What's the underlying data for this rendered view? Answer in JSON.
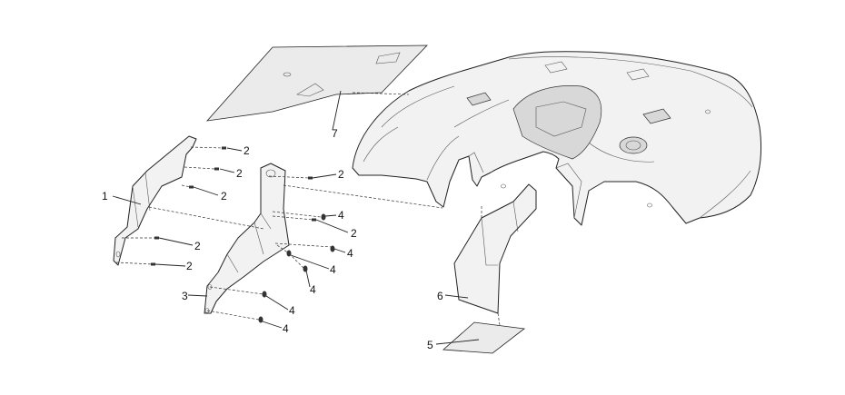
{
  "callouts": [
    {
      "label": "1"
    },
    {
      "label": "2"
    },
    {
      "label": "2"
    },
    {
      "label": "2"
    },
    {
      "label": "2"
    },
    {
      "label": "2"
    },
    {
      "label": "2"
    },
    {
      "label": "2"
    },
    {
      "label": "3"
    },
    {
      "label": "4"
    },
    {
      "label": "4"
    },
    {
      "label": "4"
    },
    {
      "label": "4"
    },
    {
      "label": "4"
    },
    {
      "label": "4"
    },
    {
      "label": "5"
    },
    {
      "label": "6"
    },
    {
      "label": "7"
    }
  ]
}
